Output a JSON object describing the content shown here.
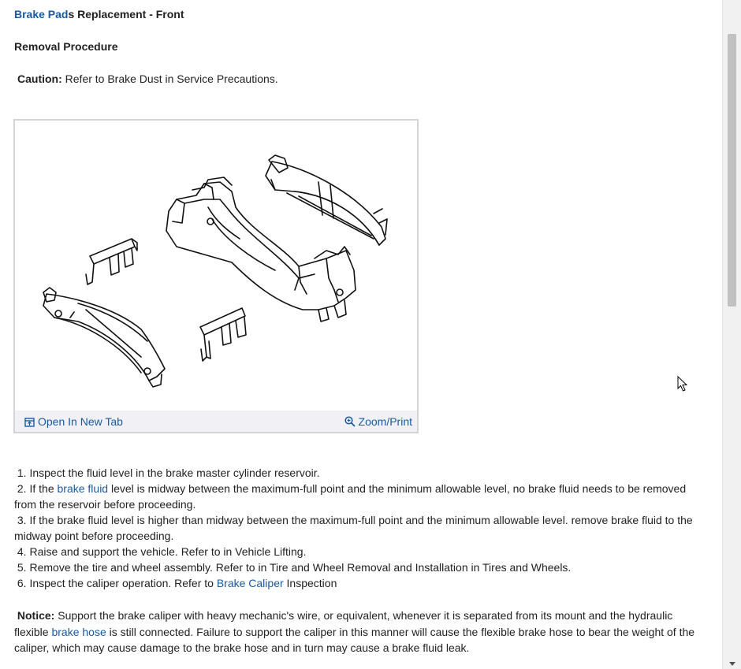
{
  "header": {
    "title_link": "Brake Pad",
    "title_rest": "s Replacement - Front",
    "procedure": "Removal Procedure"
  },
  "caution": {
    "label": "Caution:",
    "text": " Refer to Brake Dust in Service Precautions."
  },
  "figure": {
    "open_tab": "Open In New Tab",
    "zoom_print": "Zoom/Print"
  },
  "steps": [
    {
      "num": "1.",
      "pre": " Inspect the fluid level in the brake master cylinder reservoir.",
      "link": "",
      "post": ""
    },
    {
      "num": "2.",
      "pre": " If the ",
      "link": "brake fluid",
      "post": " level is midway between the maximum-full point and the minimum allowable level, no brake fluid needs to be removed from the reservoir before proceeding."
    },
    {
      "num": "3.",
      "pre": " If the brake fluid level is higher than midway between the maximum-full point and the minimum allowable level. remove brake fluid to the midway point before proceeding.",
      "link": "",
      "post": ""
    },
    {
      "num": "4.",
      "pre": " Raise and support the vehicle. Refer to in Vehicle Lifting.",
      "link": "",
      "post": ""
    },
    {
      "num": "5.",
      "pre": " Remove the tire and wheel assembly. Refer to in Tire and Wheel Removal and Installation in Tires and Wheels.",
      "link": "",
      "post": ""
    },
    {
      "num": "6.",
      "pre": " Inspect the caliper operation. Refer to ",
      "link": "Brake Caliper",
      "post": " Inspection"
    }
  ],
  "notice": {
    "label": "Notice:",
    "text1": " Support the brake caliper with heavy mechanic's wire, or equivalent, whenever it is separated from its mount and the hydraulic flexible ",
    "link": "brake hose",
    "text2": " is still connected. Failure to support the caliper in this manner will cause the flexible brake hose to bear the weight of the caliper, which may cause damage to the brake hose and in turn may cause a brake fluid leak."
  }
}
